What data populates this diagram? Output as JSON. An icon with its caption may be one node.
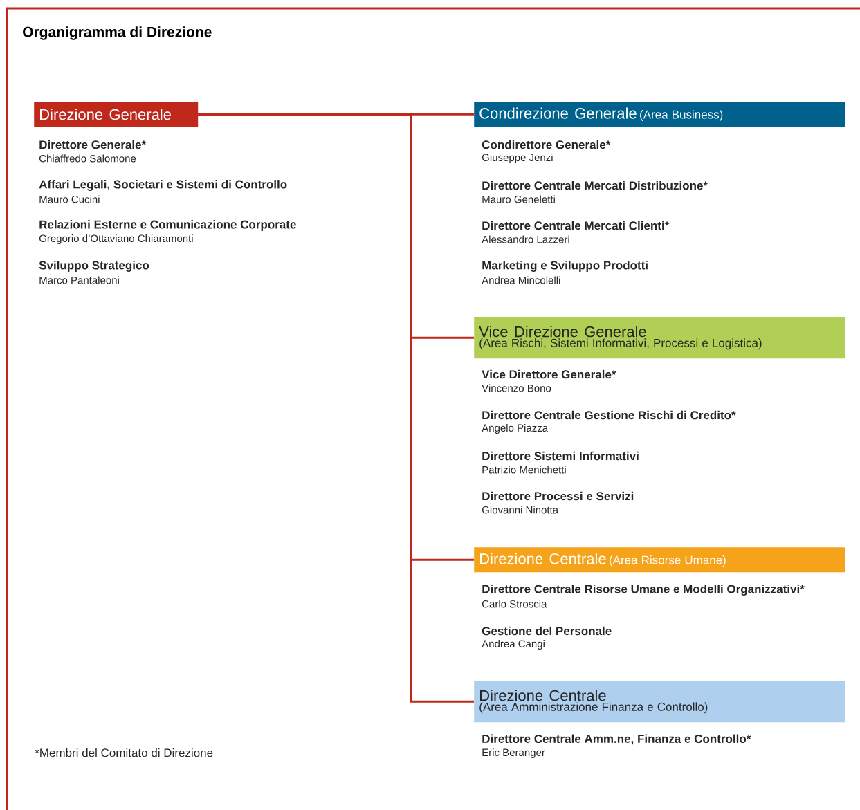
{
  "diagram": {
    "title": "Organigramma di Direzione",
    "nodes": [
      {
        "text": [
          "Direzione Generale"
        ]
      },
      {
        "text": [
          "Condirezione Generale",
          "(Area Business)"
        ]
      },
      {
        "text": [
          "Vice Direzione Generale",
          "(Area Rischi, Sistemi Informativi, Processi e Logistica)"
        ]
      },
      {
        "text": [
          "Direzione Centrale",
          "(Area Risorse Umane)"
        ]
      },
      {
        "text": [
          "Direzione Centrale",
          "(Area Amministrazione Finanza e Controllo)"
        ]
      }
    ],
    "edges": [
      {
        "from": 0,
        "to": 1,
        "arrow": "none"
      },
      {
        "from": 0,
        "to": 2,
        "arrow": "none"
      },
      {
        "from": 0,
        "to": 3,
        "arrow": "none"
      },
      {
        "from": 0,
        "to": 4,
        "arrow": "none"
      }
    ],
    "labels": [
      "Direttore Generale*",
      "Chiaffredo Salomone",
      "Affari Legali, Societari e Sistemi di Controllo",
      "Mauro Cucini",
      "Relazioni Esterne e Comunicazione Corporate",
      "Gregorio d’Ottaviano Chiaramonti",
      "Sviluppo Strategico",
      "Marco Pantaleoni",
      "Condirettore Generale*",
      "Giuseppe Jenzi",
      "Direttore Centrale Mercati Distribuzione*",
      "Mauro Geneletti",
      "Direttore Centrale Mercati Clienti*",
      "Alessandro Lazzeri",
      "Marketing e Sviluppo Prodotti",
      "Andrea Mincolelli",
      "Vice Direttore Generale*",
      "Vincenzo Bono",
      "Direttore Centrale Gestione Rischi di Credito*",
      "Angelo Piazza",
      "Direttore Sistemi Informativi",
      "Patrizio Menichetti",
      "Direttore Processi e Servizi",
      "Giovanni Ninotta",
      "Direttore Centrale Risorse Umane e Modelli Organizzativi*",
      "Carlo Stroscia",
      "Gestione del Personale",
      "Andrea Cangi",
      "Direttore Centrale Amm.ne, Finanza e Controllo*",
      "Eric Beranger",
      "*Membri del Comitato di Direzione"
    ]
  }
}
